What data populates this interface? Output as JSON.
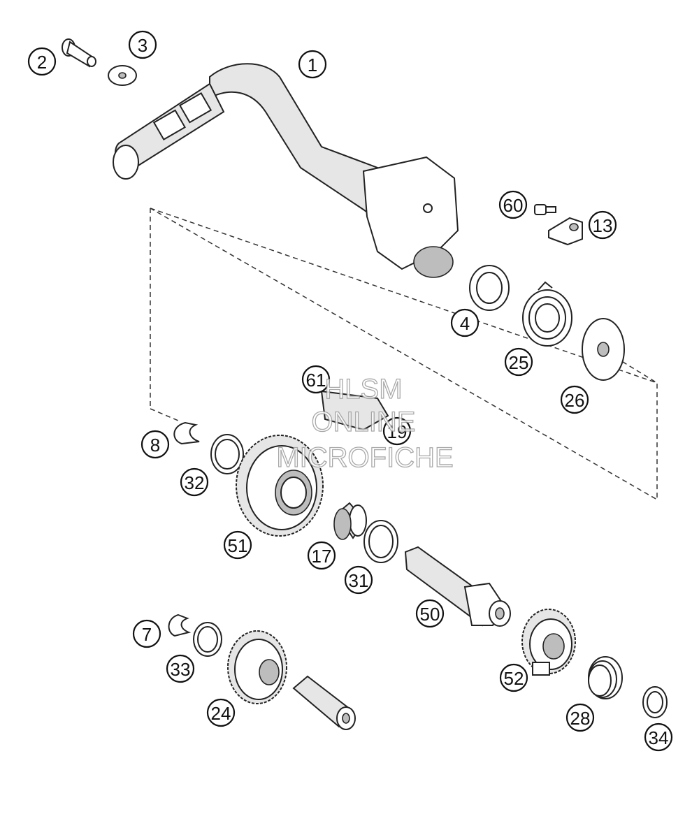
{
  "watermark": {
    "line1": "HLSM",
    "line2": "ONLINE",
    "line3": "MICROFICHE"
  },
  "callouts": [
    {
      "id": "1",
      "label": "1"
    },
    {
      "id": "2",
      "label": "2"
    },
    {
      "id": "3",
      "label": "3"
    },
    {
      "id": "60",
      "label": "60"
    },
    {
      "id": "13",
      "label": "13"
    },
    {
      "id": "4",
      "label": "4"
    },
    {
      "id": "25",
      "label": "25"
    },
    {
      "id": "26",
      "label": "26"
    },
    {
      "id": "61",
      "label": "61"
    },
    {
      "id": "19",
      "label": "19"
    },
    {
      "id": "8",
      "label": "8"
    },
    {
      "id": "32",
      "label": "32"
    },
    {
      "id": "51",
      "label": "51"
    },
    {
      "id": "17",
      "label": "17"
    },
    {
      "id": "31",
      "label": "31"
    },
    {
      "id": "50",
      "label": "50"
    },
    {
      "id": "7",
      "label": "7"
    },
    {
      "id": "33",
      "label": "33"
    },
    {
      "id": "24",
      "label": "24"
    },
    {
      "id": "52",
      "label": "52"
    },
    {
      "id": "28",
      "label": "28"
    },
    {
      "id": "34",
      "label": "34"
    }
  ]
}
